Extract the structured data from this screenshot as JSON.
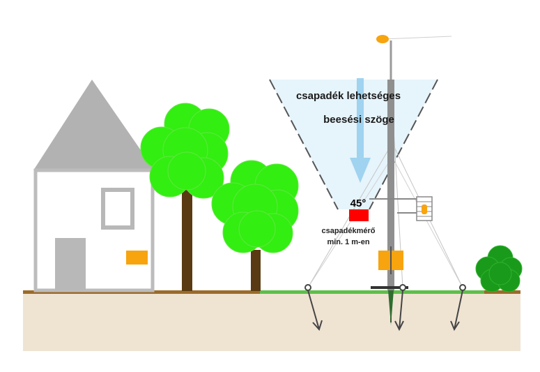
{
  "labels": {
    "cone_line1": "csapadék lehetséges",
    "cone_line2": "beesési szöge",
    "angle": "45°",
    "gauge_line1": "csapadékmérő",
    "gauge_line2": "min. 1 m-en"
  },
  "colors": {
    "ground": "#efe3d2",
    "soil_line": "#9b6b2a",
    "grass": "#5fbf4a",
    "foliage": "#33ee11",
    "bush": "#1a9a1a",
    "trunk": "#5a3a12",
    "house": "#bdbdbd",
    "window_door": "#b8b8b8",
    "accent_orange": "#f7a40f",
    "gauge_red": "#ff0000",
    "cone_fill": "#e6f4fb",
    "arrow_blue": "#9fd3f0",
    "mast": "#9a9a9a"
  }
}
